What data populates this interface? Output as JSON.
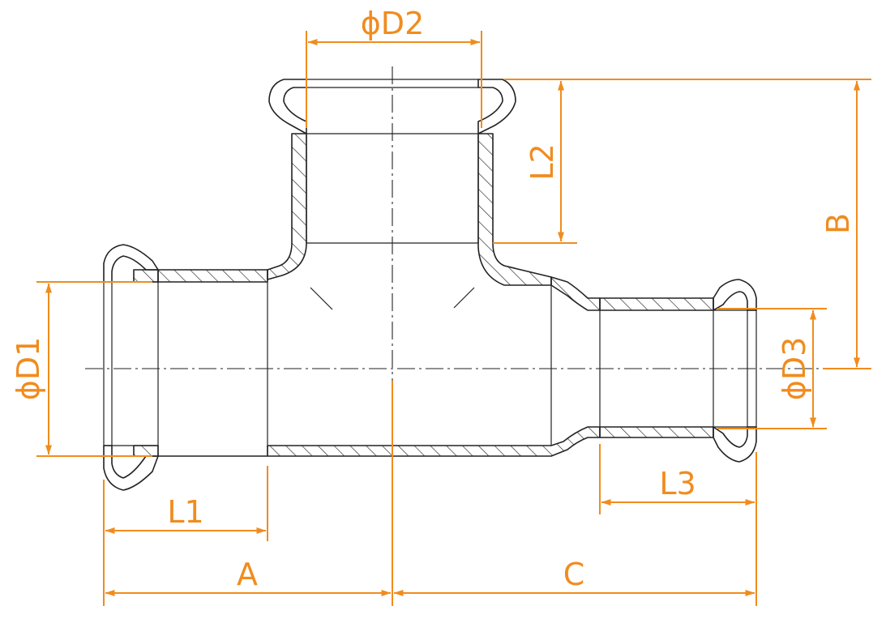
{
  "colors": {
    "dimension": "#f08c1e",
    "outline": "#222222",
    "background": "#ffffff"
  },
  "labels": {
    "d1": "ϕD1",
    "d2": "ϕD2",
    "d3": "ϕD3",
    "l1": "L1",
    "l2": "L2",
    "l3": "L3",
    "a": "A",
    "b": "B",
    "c": "C"
  }
}
